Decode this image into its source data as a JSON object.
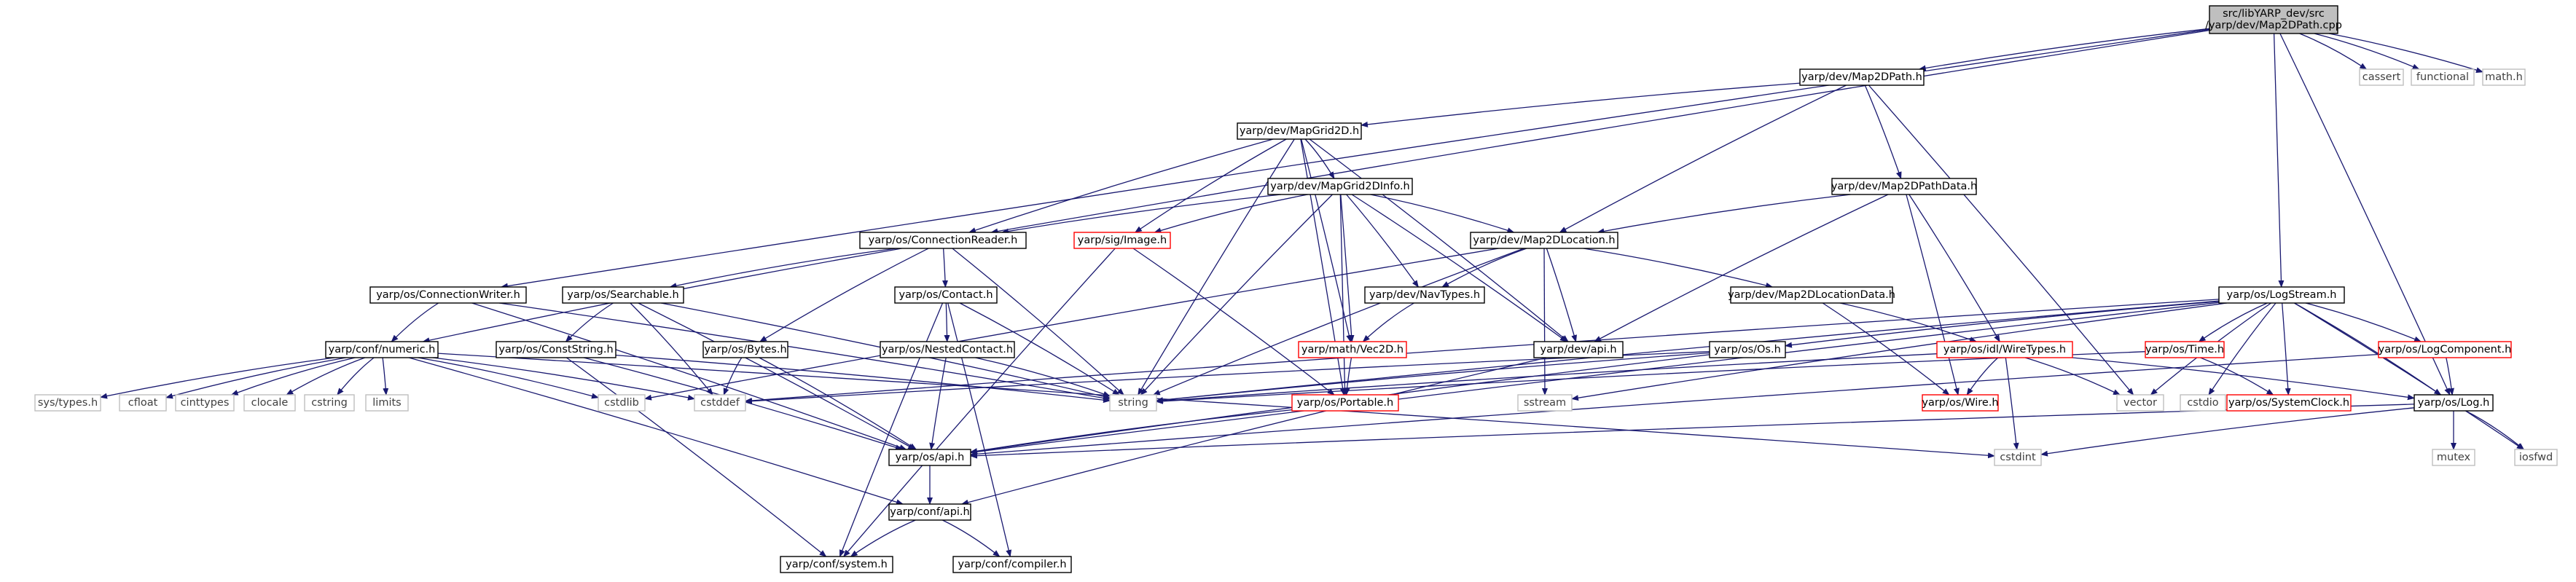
{
  "diagram": {
    "nodes": [
      {
        "id": "root",
        "lines": [
          "src/libYARP_dev/src",
          "/yarp/dev/Map2DPath.cpp"
        ],
        "kind": "root"
      },
      {
        "id": "cassert",
        "lines": [
          "cassert"
        ],
        "kind": "system"
      },
      {
        "id": "functional",
        "lines": [
          "functional"
        ],
        "kind": "system"
      },
      {
        "id": "mathh",
        "lines": [
          "math.h"
        ],
        "kind": "system"
      },
      {
        "id": "map2dpath",
        "lines": [
          "yarp/dev/Map2DPath.h"
        ],
        "kind": "local"
      },
      {
        "id": "mapgrid2d",
        "lines": [
          "yarp/dev/MapGrid2D.h"
        ],
        "kind": "local"
      },
      {
        "id": "map2dpathdata",
        "lines": [
          "yarp/dev/Map2DPathData.h"
        ],
        "kind": "local"
      },
      {
        "id": "mapgrid2dinfo",
        "lines": [
          "yarp/dev/MapGrid2DInfo.h"
        ],
        "kind": "local"
      },
      {
        "id": "connreader",
        "lines": [
          "yarp/os/ConnectionReader.h"
        ],
        "kind": "local"
      },
      {
        "id": "sigimage",
        "lines": [
          "yarp/sig/Image.h"
        ],
        "kind": "missing"
      },
      {
        "id": "map2dloc",
        "lines": [
          "yarp/dev/Map2DLocation.h"
        ],
        "kind": "local"
      },
      {
        "id": "connwriter",
        "lines": [
          "yarp/os/ConnectionWriter.h"
        ],
        "kind": "local"
      },
      {
        "id": "searchable",
        "lines": [
          "yarp/os/Searchable.h"
        ],
        "kind": "local"
      },
      {
        "id": "contact",
        "lines": [
          "yarp/os/Contact.h"
        ],
        "kind": "local"
      },
      {
        "id": "navtypes",
        "lines": [
          "yarp/dev/NavTypes.h"
        ],
        "kind": "local"
      },
      {
        "id": "map2dlocdata",
        "lines": [
          "yarp/dev/Map2DLocationData.h"
        ],
        "kind": "local"
      },
      {
        "id": "logstream",
        "lines": [
          "yarp/os/LogStream.h"
        ],
        "kind": "local"
      },
      {
        "id": "numeric",
        "lines": [
          "yarp/conf/numeric.h"
        ],
        "kind": "local"
      },
      {
        "id": "conststring",
        "lines": [
          "yarp/os/ConstString.h"
        ],
        "kind": "local"
      },
      {
        "id": "bytes",
        "lines": [
          "yarp/os/Bytes.h"
        ],
        "kind": "local"
      },
      {
        "id": "nestedcontact",
        "lines": [
          "yarp/os/NestedContact.h"
        ],
        "kind": "local"
      },
      {
        "id": "vec2d",
        "lines": [
          "yarp/math/Vec2D.h"
        ],
        "kind": "missing"
      },
      {
        "id": "devapi",
        "lines": [
          "yarp/dev/api.h"
        ],
        "kind": "local"
      },
      {
        "id": "osos",
        "lines": [
          "yarp/os/Os.h"
        ],
        "kind": "local"
      },
      {
        "id": "wiretypes",
        "lines": [
          "yarp/os/idl/WireTypes.h"
        ],
        "kind": "missing"
      },
      {
        "id": "ostime",
        "lines": [
          "yarp/os/Time.h"
        ],
        "kind": "missing"
      },
      {
        "id": "logcomponent",
        "lines": [
          "yarp/os/LogComponent.h"
        ],
        "kind": "missing"
      },
      {
        "id": "systypes",
        "lines": [
          "sys/types.h"
        ],
        "kind": "system"
      },
      {
        "id": "cfloat",
        "lines": [
          "cfloat"
        ],
        "kind": "system"
      },
      {
        "id": "cinttypes",
        "lines": [
          "cinttypes"
        ],
        "kind": "system"
      },
      {
        "id": "clocale",
        "lines": [
          "clocale"
        ],
        "kind": "system"
      },
      {
        "id": "cstring",
        "lines": [
          "cstring"
        ],
        "kind": "system"
      },
      {
        "id": "limits",
        "lines": [
          "limits"
        ],
        "kind": "system"
      },
      {
        "id": "cstdlib",
        "lines": [
          "cstdlib"
        ],
        "kind": "system"
      },
      {
        "id": "cstddef",
        "lines": [
          "cstddef"
        ],
        "kind": "system"
      },
      {
        "id": "string",
        "lines": [
          "string"
        ],
        "kind": "system"
      },
      {
        "id": "sstream",
        "lines": [
          "sstream"
        ],
        "kind": "system"
      },
      {
        "id": "portable",
        "lines": [
          "yarp/os/Portable.h"
        ],
        "kind": "missing"
      },
      {
        "id": "wire",
        "lines": [
          "yarp/os/Wire.h"
        ],
        "kind": "missing"
      },
      {
        "id": "vector",
        "lines": [
          "vector"
        ],
        "kind": "system"
      },
      {
        "id": "cstdio",
        "lines": [
          "cstdio"
        ],
        "kind": "system"
      },
      {
        "id": "sysclock",
        "lines": [
          "yarp/os/SystemClock.h"
        ],
        "kind": "missing"
      },
      {
        "id": "oslog",
        "lines": [
          "yarp/os/Log.h"
        ],
        "kind": "local"
      },
      {
        "id": "osapi",
        "lines": [
          "yarp/os/api.h"
        ],
        "kind": "local"
      },
      {
        "id": "cstdint",
        "lines": [
          "cstdint"
        ],
        "kind": "system"
      },
      {
        "id": "mutex",
        "lines": [
          "mutex"
        ],
        "kind": "system"
      },
      {
        "id": "iosfwd",
        "lines": [
          "iosfwd"
        ],
        "kind": "system"
      },
      {
        "id": "confapi",
        "lines": [
          "yarp/conf/api.h"
        ],
        "kind": "local"
      },
      {
        "id": "confsystem",
        "lines": [
          "yarp/conf/system.h"
        ],
        "kind": "local"
      },
      {
        "id": "confcompiler",
        "lines": [
          "yarp/conf/compiler.h"
        ],
        "kind": "local"
      }
    ],
    "edges": [
      [
        "root",
        "map2dpath"
      ],
      [
        "root",
        "cassert"
      ],
      [
        "root",
        "functional"
      ],
      [
        "root",
        "mathh"
      ],
      [
        "root",
        "connreader"
      ],
      [
        "root",
        "connwriter"
      ],
      [
        "root",
        "logstream"
      ],
      [
        "root",
        "oslog"
      ],
      [
        "map2dpath",
        "mapgrid2d"
      ],
      [
        "map2dpath",
        "map2dpathdata"
      ],
      [
        "map2dpath",
        "map2dloc"
      ],
      [
        "map2dpath",
        "vector"
      ],
      [
        "mapgrid2d",
        "mapgrid2dinfo"
      ],
      [
        "mapgrid2d",
        "connreader"
      ],
      [
        "mapgrid2d",
        "sigimage"
      ],
      [
        "mapgrid2d",
        "vec2d"
      ],
      [
        "mapgrid2d",
        "devapi"
      ],
      [
        "mapgrid2d",
        "string"
      ],
      [
        "mapgrid2d",
        "portable"
      ],
      [
        "map2dpathdata",
        "map2dloc"
      ],
      [
        "map2dpathdata",
        "wiretypes"
      ],
      [
        "map2dpathdata",
        "wire"
      ],
      [
        "map2dpathdata",
        "devapi"
      ],
      [
        "mapgrid2dinfo",
        "connreader"
      ],
      [
        "mapgrid2dinfo",
        "sigimage"
      ],
      [
        "mapgrid2dinfo",
        "map2dloc"
      ],
      [
        "mapgrid2dinfo",
        "navtypes"
      ],
      [
        "mapgrid2dinfo",
        "vec2d"
      ],
      [
        "mapgrid2dinfo",
        "devapi"
      ],
      [
        "mapgrid2dinfo",
        "string"
      ],
      [
        "mapgrid2dinfo",
        "portable"
      ],
      [
        "connreader",
        "numeric"
      ],
      [
        "connreader",
        "searchable"
      ],
      [
        "connreader",
        "contact"
      ],
      [
        "connreader",
        "bytes"
      ],
      [
        "connreader",
        "string"
      ],
      [
        "sigimage",
        "portable"
      ],
      [
        "sigimage",
        "confsystem"
      ],
      [
        "map2dloc",
        "navtypes"
      ],
      [
        "map2dloc",
        "map2dlocdata"
      ],
      [
        "map2dloc",
        "devapi"
      ],
      [
        "map2dloc",
        "sstream"
      ],
      [
        "map2dloc",
        "string"
      ],
      [
        "map2dloc",
        "cstdlib"
      ],
      [
        "connwriter",
        "numeric"
      ],
      [
        "connwriter",
        "osapi"
      ],
      [
        "connwriter",
        "string"
      ],
      [
        "searchable",
        "conststring"
      ],
      [
        "searchable",
        "string"
      ],
      [
        "searchable",
        "osapi"
      ],
      [
        "searchable",
        "cstddef"
      ],
      [
        "contact",
        "nestedcontact"
      ],
      [
        "contact",
        "string"
      ],
      [
        "contact",
        "confsystem"
      ],
      [
        "contact",
        "confcompiler"
      ],
      [
        "navtypes",
        "vec2d"
      ],
      [
        "map2dlocdata",
        "wiretypes"
      ],
      [
        "map2dlocdata",
        "wire"
      ],
      [
        "logstream",
        "osos"
      ],
      [
        "logstream",
        "ostime"
      ],
      [
        "logstream",
        "logcomponent"
      ],
      [
        "logstream",
        "oslog"
      ],
      [
        "logstream",
        "string"
      ],
      [
        "logstream",
        "sstream"
      ],
      [
        "logstream",
        "vector"
      ],
      [
        "logstream",
        "cstdio"
      ],
      [
        "logstream",
        "sysclock"
      ],
      [
        "logstream",
        "osapi"
      ],
      [
        "logstream",
        "iosfwd"
      ],
      [
        "logstream",
        "cstddef"
      ],
      [
        "numeric",
        "systypes"
      ],
      [
        "numeric",
        "cfloat"
      ],
      [
        "numeric",
        "cinttypes"
      ],
      [
        "numeric",
        "clocale"
      ],
      [
        "numeric",
        "cstring"
      ],
      [
        "numeric",
        "limits"
      ],
      [
        "numeric",
        "cstdlib"
      ],
      [
        "numeric",
        "cstddef"
      ],
      [
        "numeric",
        "confapi"
      ],
      [
        "numeric",
        "cstdint"
      ],
      [
        "conststring",
        "string"
      ],
      [
        "conststring",
        "osapi"
      ],
      [
        "conststring",
        "confsystem"
      ],
      [
        "bytes",
        "cstddef"
      ],
      [
        "bytes",
        "osapi"
      ],
      [
        "nestedcontact",
        "string"
      ],
      [
        "nestedcontact",
        "osapi"
      ],
      [
        "vec2d",
        "portable"
      ],
      [
        "devapi",
        "confapi"
      ],
      [
        "osos",
        "string"
      ],
      [
        "osos",
        "cstddef"
      ],
      [
        "osos",
        "osapi"
      ],
      [
        "wiretypes",
        "string"
      ],
      [
        "wiretypes",
        "vector"
      ],
      [
        "wiretypes",
        "cstdint"
      ],
      [
        "wiretypes",
        "wire"
      ],
      [
        "wiretypes",
        "oslog"
      ],
      [
        "ostime",
        "sysclock"
      ],
      [
        "ostime",
        "string"
      ],
      [
        "logcomponent",
        "oslog"
      ],
      [
        "logcomponent",
        "osapi"
      ],
      [
        "portable",
        "osapi"
      ],
      [
        "oslog",
        "osapi"
      ],
      [
        "oslog",
        "mutex"
      ],
      [
        "oslog",
        "iosfwd"
      ],
      [
        "oslog",
        "cstdint"
      ],
      [
        "osapi",
        "confapi"
      ],
      [
        "confapi",
        "confsystem"
      ],
      [
        "confapi",
        "confcompiler"
      ]
    ]
  },
  "colors": {
    "edge": "#191970",
    "root_fill": "#bfbfbf",
    "local_border": "#000000",
    "missing_border": "#ff0000",
    "system_border": "#bfbfbf",
    "system_text": "#404040",
    "missing_text": "#000000",
    "local_text": "#000000"
  }
}
